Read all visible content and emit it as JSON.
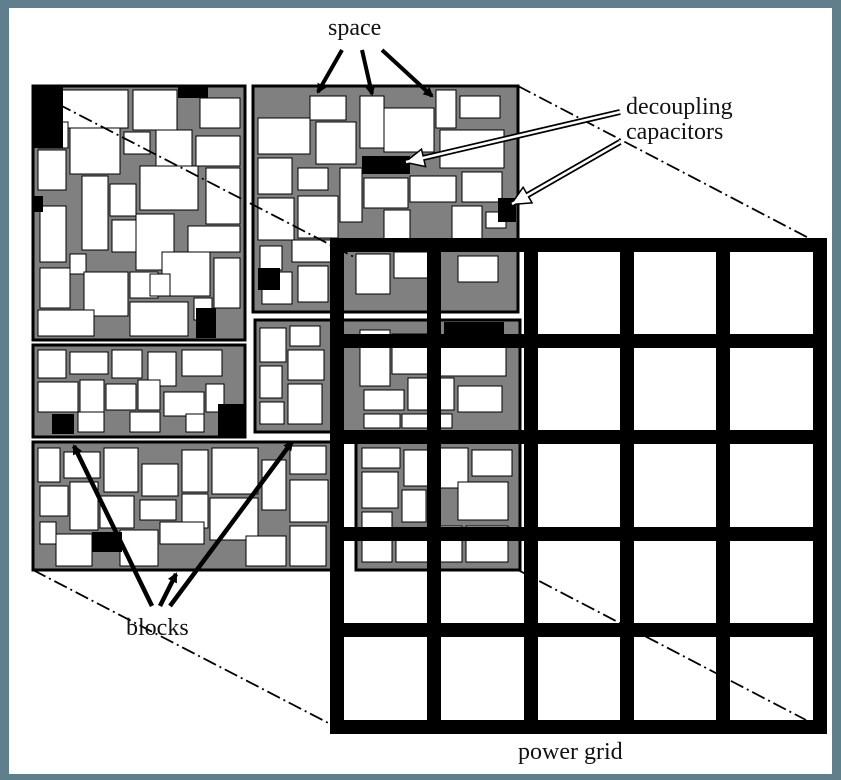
{
  "labels": {
    "space": "space",
    "decoupling_line1": "decoupling",
    "decoupling_line2": "capacitors",
    "blocks": "blocks",
    "power_grid": "power grid"
  },
  "colors": {
    "background": "#5f7f8c",
    "canvas": "#ffffff",
    "stroke": "#000000",
    "white_space": "#808080",
    "decap": "#000000",
    "block": "#ffffff"
  }
}
